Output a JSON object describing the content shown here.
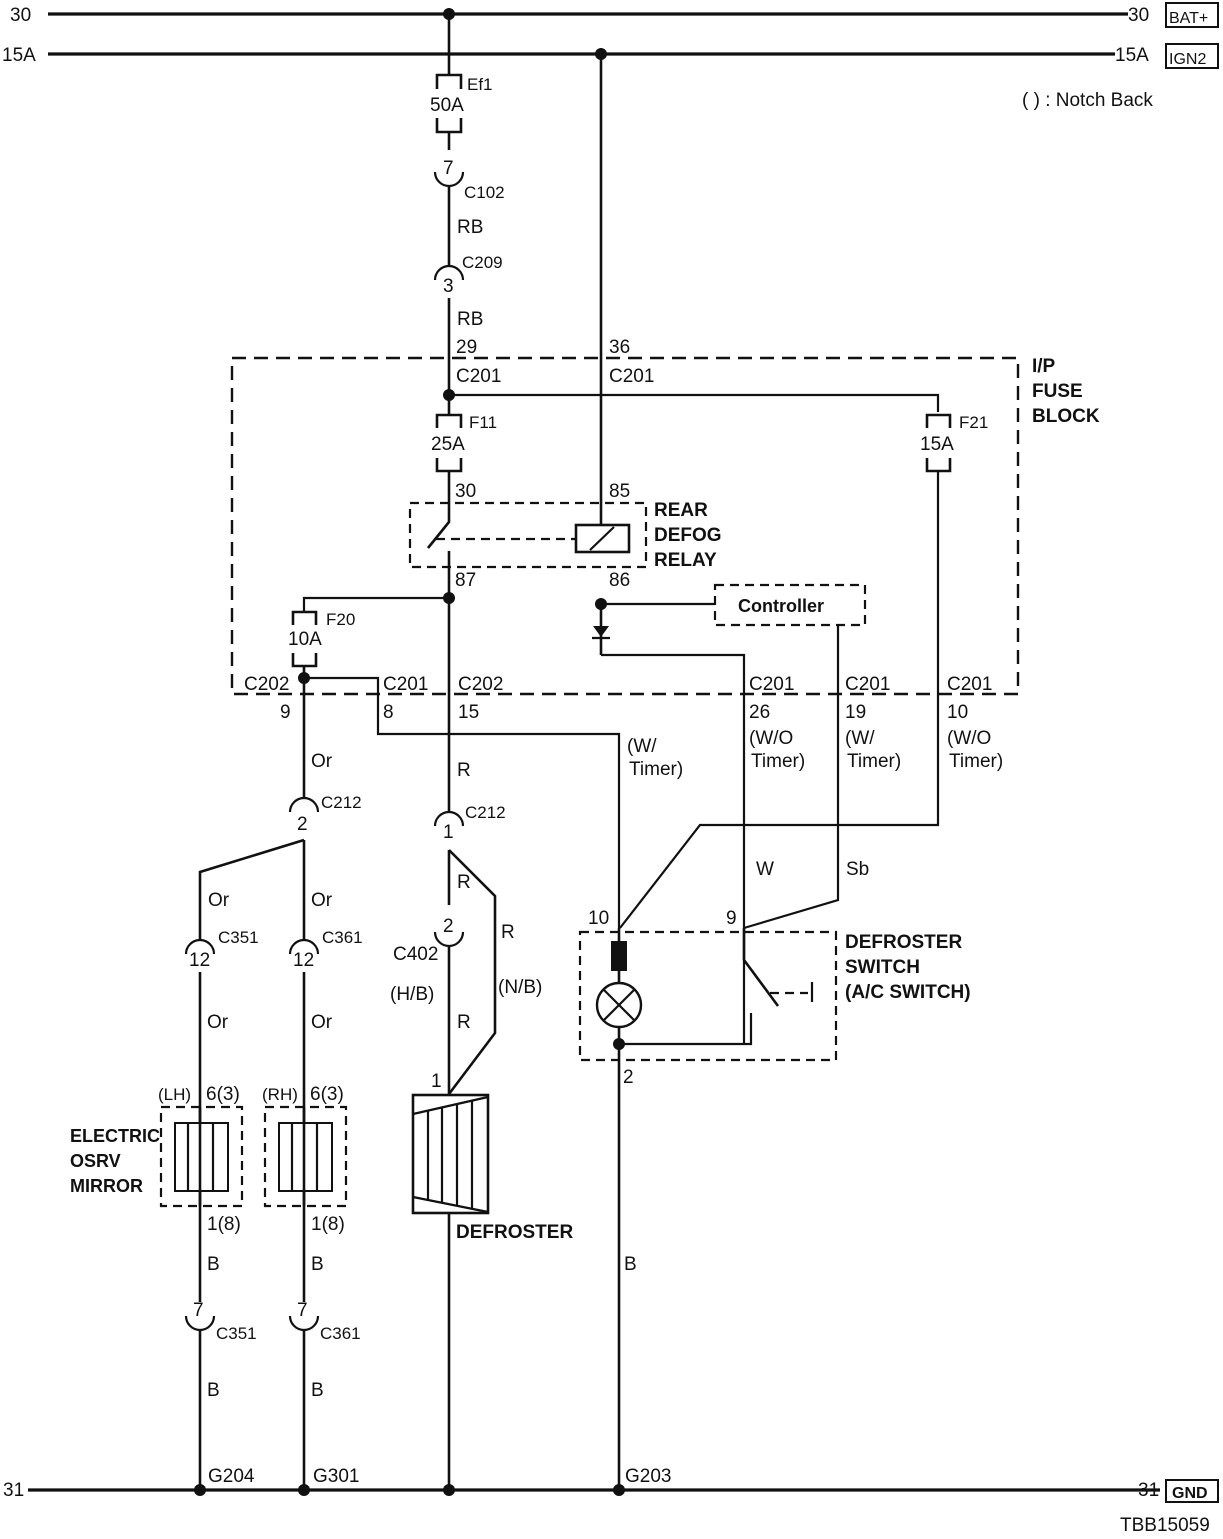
{
  "diagram": {
    "title_code": "TBB15059",
    "legend_note": "( ) : Notch Back",
    "buses": {
      "bat_left": "30",
      "bat_right": "30",
      "bat_tag": "BAT+",
      "ign_left": "15A",
      "ign_right": "15A",
      "ign_tag": "IGN2",
      "gnd_left": "31",
      "gnd_right": "31",
      "gnd_tag": "GND"
    },
    "fuses": {
      "ef1": {
        "name": "Ef1",
        "rating": "50A"
      },
      "f11": {
        "name": "F11",
        "rating": "25A"
      },
      "f21": {
        "name": "F21",
        "rating": "15A"
      },
      "f20": {
        "name": "F20",
        "rating": "10A"
      }
    },
    "connectors": {
      "c102": {
        "name": "C102",
        "pin": "7"
      },
      "c209": {
        "name": "C209",
        "pin": "3"
      },
      "c201_29": {
        "name": "C201",
        "pin": "29"
      },
      "c201_36": {
        "name": "C201",
        "pin": "36"
      },
      "c202_9": {
        "name": "C202",
        "pin": "9"
      },
      "c201_8": {
        "name": "C201",
        "pin": "8"
      },
      "c202_15": {
        "name": "C202",
        "pin": "15"
      },
      "c201_26": {
        "name": "C201",
        "pin": "26",
        "variant": [
          "(W/O",
          "Timer)"
        ]
      },
      "c201_19": {
        "name": "C201",
        "pin": "19",
        "variant": [
          "(W/",
          "Timer)"
        ]
      },
      "c201_10": {
        "name": "C201",
        "pin": "10",
        "variant": [
          "(W/O",
          "Timer)"
        ]
      },
      "c212_2": {
        "name": "C212",
        "pin": "2"
      },
      "c212_1": {
        "name": "C212",
        "pin": "1"
      },
      "c351_12": {
        "name": "C351",
        "pin": "12"
      },
      "c361_12": {
        "name": "C361",
        "pin": "12"
      },
      "c402": {
        "name": "C402",
        "pin": "2"
      },
      "c351_7": {
        "name": "C351",
        "pin": "7"
      },
      "c361_7": {
        "name": "C361",
        "pin": "7"
      }
    },
    "wire_colors": {
      "rb1": "RB",
      "rb2": "RB",
      "or1": "Or",
      "or_lh_top": "Or",
      "or_rh_top": "Or",
      "or_lh_bot": "Or",
      "or_rh_bot": "Or",
      "r1": "R",
      "r2": "R",
      "r3": "R",
      "r_nb": "R",
      "w": "W",
      "sb": "Sb",
      "b_lh1": "B",
      "b_rh1": "B",
      "b_lh2": "B",
      "b_rh2": "B",
      "b_sw": "B"
    },
    "variant_labels": {
      "wtimer": [
        "(W/",
        "Timer)"
      ],
      "hb": "(H/B)",
      "nb": "(N/B)"
    },
    "relay": {
      "name_lines": [
        "REAR",
        "DEFOG",
        "RELAY"
      ],
      "pin30": "30",
      "pin85": "85",
      "pin87": "87",
      "pin86": "86"
    },
    "fuse_block": {
      "name_lines": [
        "I/P",
        "FUSE",
        "BLOCK"
      ]
    },
    "controller": {
      "label": "Controller"
    },
    "defroster_switch": {
      "name_lines": [
        "DEFROSTER",
        "SWITCH",
        "(A/C SWITCH)"
      ],
      "pin10": "10",
      "pin9": "9",
      "pin2": "2"
    },
    "mirror": {
      "name_lines": [
        "ELECTRIC",
        "OSRV",
        "MIRROR"
      ],
      "lh_label": "(LH)",
      "rh_label": "(RH)",
      "lh_top_pin": "6(3)",
      "rh_top_pin": "6(3)",
      "lh_bot_pin": "1(8)",
      "rh_bot_pin": "1(8)"
    },
    "defroster": {
      "label": "DEFROSTER",
      "pin": "1"
    },
    "grounds": {
      "g204": "G204",
      "g301": "G301",
      "g203": "G203"
    }
  }
}
